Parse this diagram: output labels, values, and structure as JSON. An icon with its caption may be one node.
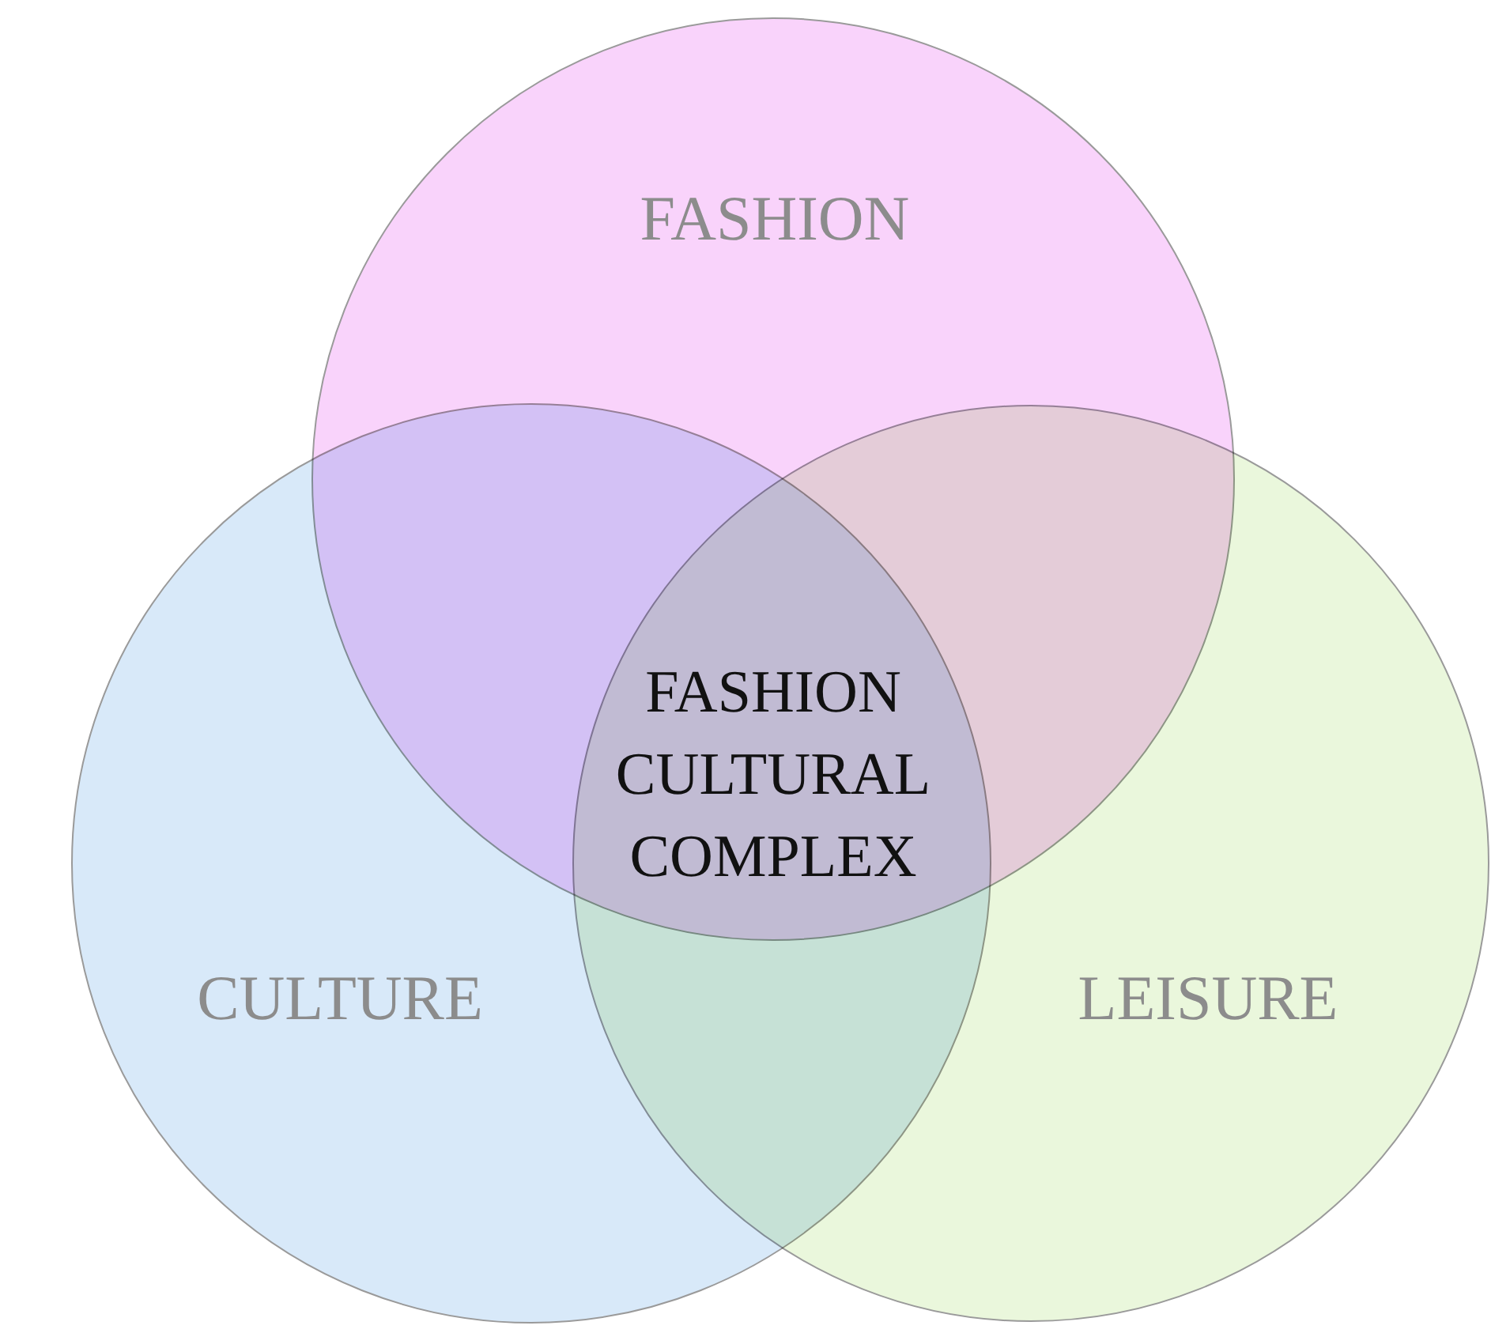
{
  "diagram": {
    "nodes": [
      {
        "text": [
          "FASHION"
        ]
      },
      {
        "text": [
          "CULTURE"
        ]
      },
      {
        "text": [
          "LEISURE"
        ]
      }
    ],
    "labels": [
      "FASHION CULTURAL COMPLEX"
    ]
  }
}
